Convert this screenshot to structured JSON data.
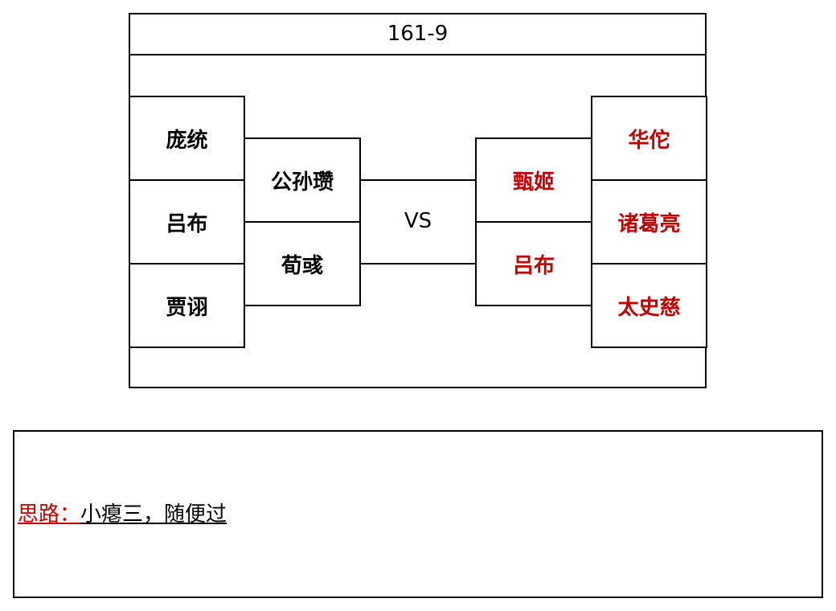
{
  "title": "161-9",
  "vs": "VS",
  "left_team": {
    "outer": [
      "庞统",
      "吕布",
      "贾诩"
    ],
    "inner": [
      "公孙瓒",
      "荀彧"
    ]
  },
  "right_team": {
    "inner": [
      "甄姬",
      "吕布"
    ],
    "outer": [
      "华佗",
      "诸葛亮",
      "太史慈"
    ]
  },
  "note": {
    "label": "思路：",
    "text": "小瘪三，随便过"
  },
  "colors": {
    "right_team": "#c00000",
    "note_label": "#c00000"
  }
}
